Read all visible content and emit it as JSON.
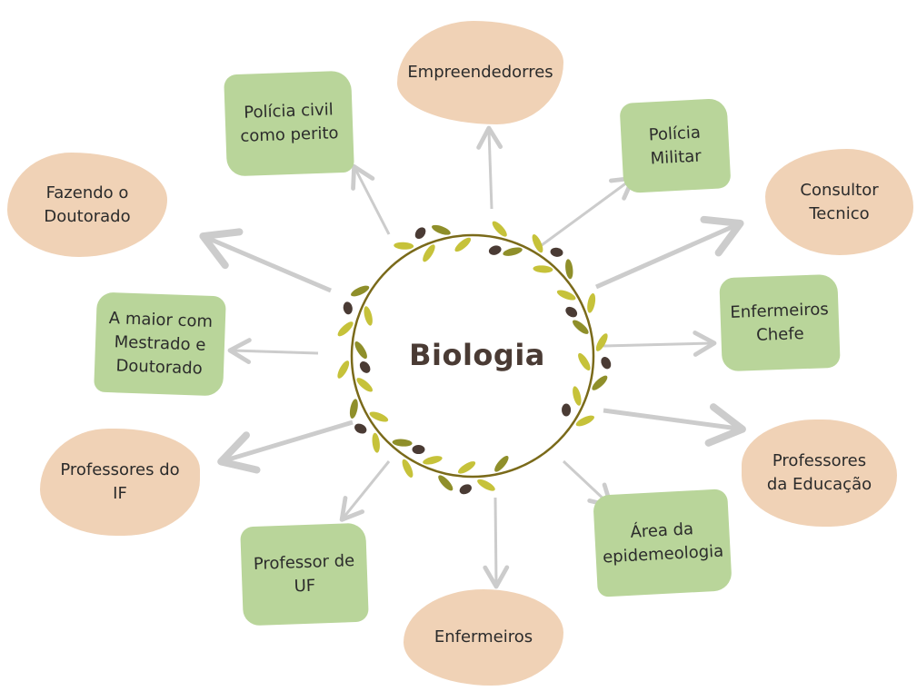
{
  "center": {
    "label": "Biologia"
  },
  "nodes": {
    "empreendedores": "Empreendedorres",
    "policia_civil": "Polícia civil\ncomo perito",
    "policia_militar": "Polícia\nMilitar",
    "fazendo_doutorado": "Fazendo o\nDoutorado",
    "consultor_tecnico": "Consultor\nTecnico",
    "maior_mestrado": "A maior com\nMestrado e\nDoutorado",
    "enfermeiros_chefe": "Enfermeiros\nChefe",
    "professores_if": "Professores do\nIF",
    "professores_educacao": "Professores\nda Educação",
    "professor_uf": "Professor de\nUF",
    "area_epidemeologia": "Área da\nepidemeologia",
    "enfermeiros": "Enfermeiros"
  },
  "colors": {
    "peach": "#f0d2b6",
    "green": "#b9d59a",
    "arrow": "#cccccc",
    "vine": "#7a6a1a",
    "leaf_light": "#c6c23a",
    "leaf_dark": "#8f8f2a",
    "olive": "#4a3b34"
  }
}
